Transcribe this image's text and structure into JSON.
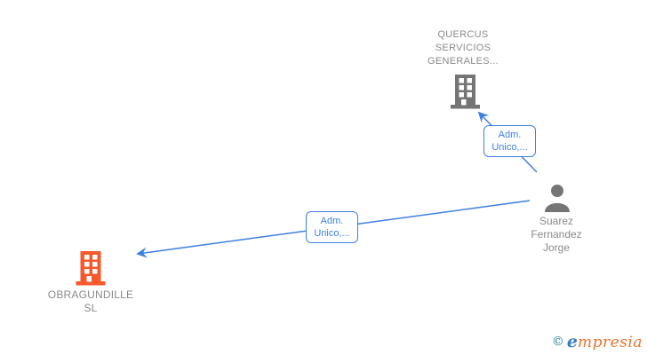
{
  "colors": {
    "edge_blue": "#3e7fe1",
    "node_gray": "#757575",
    "text_gray": "#8a8a8a",
    "company_orange": "#f7582c",
    "logo_teal": "#1e7f96",
    "logo_blue": "#3b7cc4",
    "logo_orange": "#e8732e"
  },
  "graph": {
    "nodes": [
      {
        "id": "quercus",
        "type": "company",
        "label": "QUERCUS SERVICIOS GENERALES..."
      },
      {
        "id": "suarez-fernandez-jorge",
        "type": "person",
        "label": "Suarez Fernandez Jorge"
      },
      {
        "id": "obragundille",
        "type": "company",
        "label": "OBRAGUNDILLE SL"
      }
    ],
    "edges": [
      {
        "from": "suarez-fernandez-jorge",
        "to": "quercus",
        "label": "Adm. Unico,..."
      },
      {
        "from": "suarez-fernandez-jorge",
        "to": "obragundille",
        "label": "Adm. Unico,..."
      }
    ]
  },
  "watermark": {
    "copyright": "©",
    "brand_initial": "e",
    "brand_rest": "mpresia"
  }
}
